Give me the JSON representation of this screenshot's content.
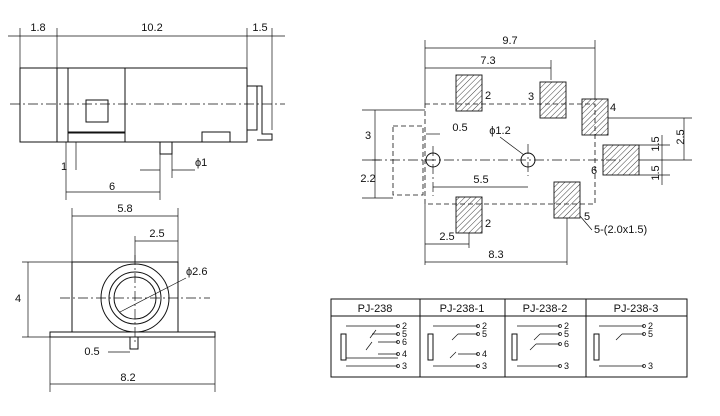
{
  "side_view": {
    "dim_top_left": "1.8",
    "dim_top_mid": "10.2",
    "dim_top_right": "1.5",
    "dim_pin": "1",
    "dim_pin_pos": "6",
    "dim_phi": "ϕ1"
  },
  "front_view": {
    "dim_width": "5.8",
    "dim_offset": "2.5",
    "dim_hole": "ϕ2.6",
    "dim_height": "4",
    "dim_pin": "0.5",
    "dim_total": "8.2"
  },
  "footprint": {
    "dim_97": "9.7",
    "dim_73": "7.3",
    "dim_05": "0.5",
    "dim_phi12": "ϕ1.2",
    "dim_3": "3",
    "dim_22": "2.2",
    "dim_55": "5.5",
    "dim_25_right": "2.5",
    "dim_15_a": "1.5",
    "dim_15_b": "1.5",
    "dim_25_bottom": "2.5",
    "dim_83": "8.3",
    "pads_note": "5-(2.0x1.5)",
    "pad_labels": [
      "2",
      "3",
      "4",
      "6",
      "2",
      "5"
    ]
  },
  "models_table": {
    "headers": [
      "PJ-238",
      "PJ-238-1",
      "PJ-238-2",
      "PJ-238-3"
    ],
    "pins": [
      [
        "2",
        "5",
        "6",
        "4",
        "3"
      ],
      [
        "2",
        "5",
        "4",
        "3"
      ],
      [
        "2",
        "5",
        "6",
        "3"
      ],
      [
        "2",
        "5",
        "3"
      ]
    ]
  }
}
